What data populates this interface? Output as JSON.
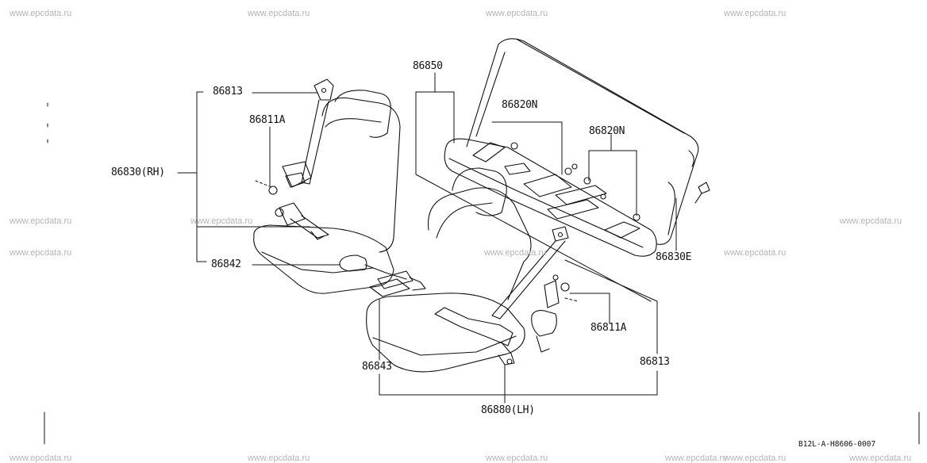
{
  "watermark": "www.epcdata.ru",
  "drawing_code": "B12L-A-H8606-0007",
  "parts": {
    "p86813_top": "86813",
    "p86811a_top": "86811A",
    "p86830_rh": "86830(RH)",
    "p86842": "86842",
    "p86850": "86850",
    "p86820n_1": "86820N",
    "p86820n_2": "86820N",
    "p86830e": "86830E",
    "p86811a_bottom": "86811A",
    "p86843": "86843",
    "p86813_bottom": "86813",
    "p86880_lh": "86880(LH)"
  }
}
